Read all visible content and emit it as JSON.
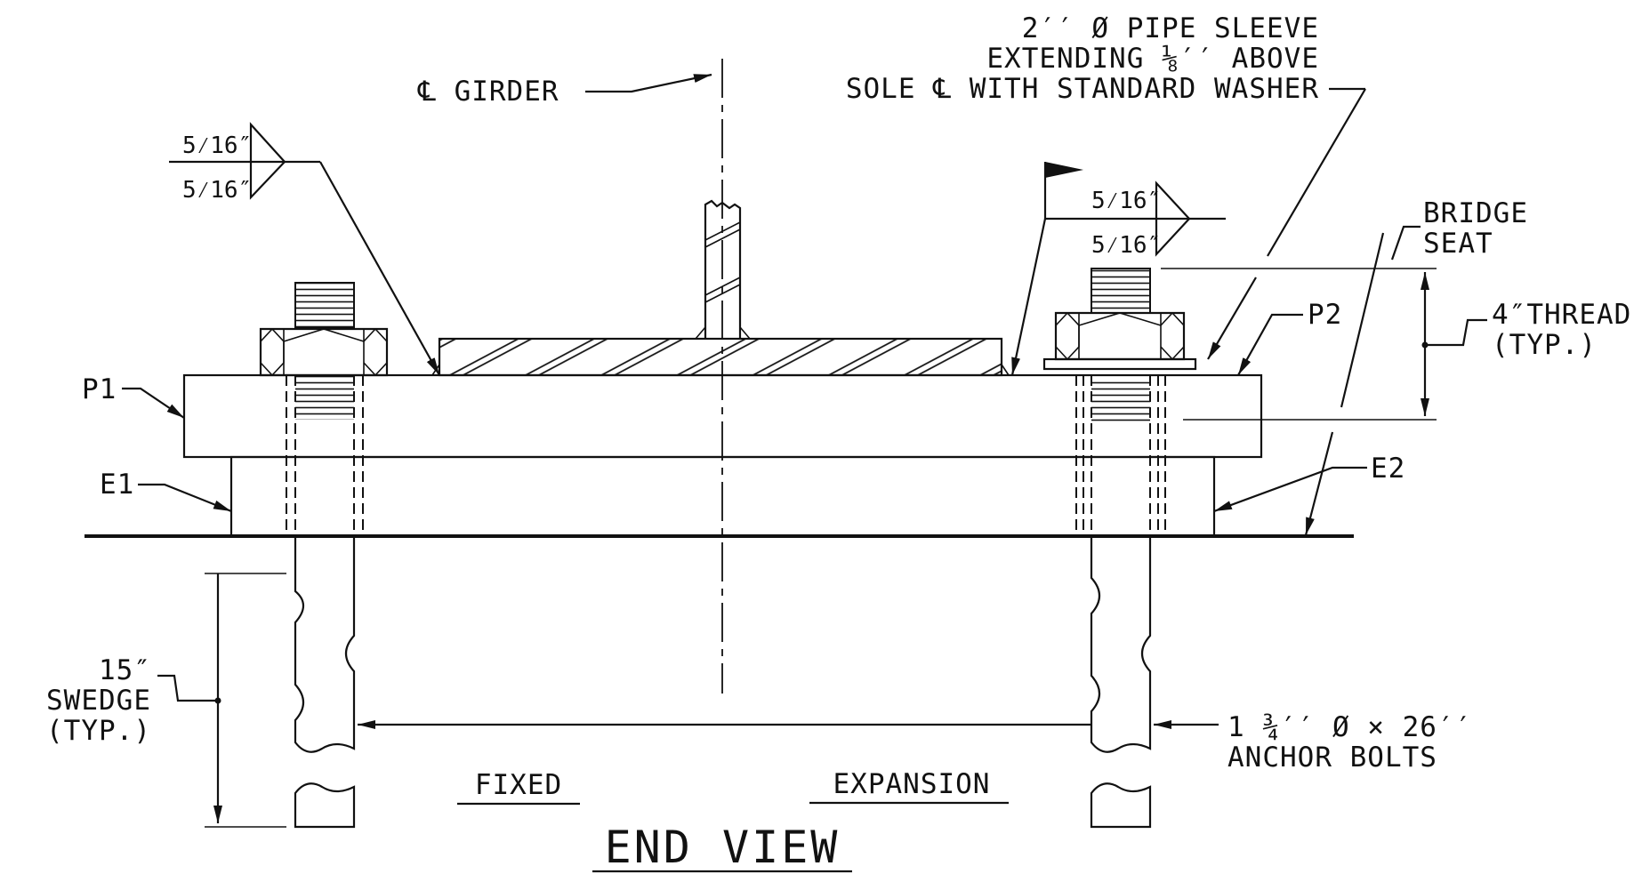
{
  "labels": {
    "centerline_girder": "℄ GIRDER",
    "pipe_sleeve_1": "2′′ Ø PIPE SLEEVE",
    "pipe_sleeve_2": "EXTENDING ⅛′′ ABOVE",
    "pipe_sleeve_3": "SOLE ℄ WITH STANDARD WASHER",
    "weld_left_top": "5⁄16″",
    "weld_left_bottom": "5⁄16″",
    "weld_right_top": "5⁄16″",
    "weld_right_bottom": "5⁄16″",
    "bridge_seat_1": "BRIDGE",
    "bridge_seat_2": "SEAT",
    "p2": "P2",
    "thread_1": "4″THREAD",
    "thread_2": "(TYP.)",
    "p1": "P1",
    "e1": "E1",
    "e2": "E2",
    "swedge_1": "15″",
    "swedge_2": "SWEDGE",
    "swedge_3": "(TYP.)",
    "anchor_1": "1 ¾′′ Ø × 26′′",
    "anchor_2": "ANCHOR BOLTS",
    "fixed": "FIXED",
    "expansion": "EXPANSION",
    "view_title": "END VIEW"
  }
}
